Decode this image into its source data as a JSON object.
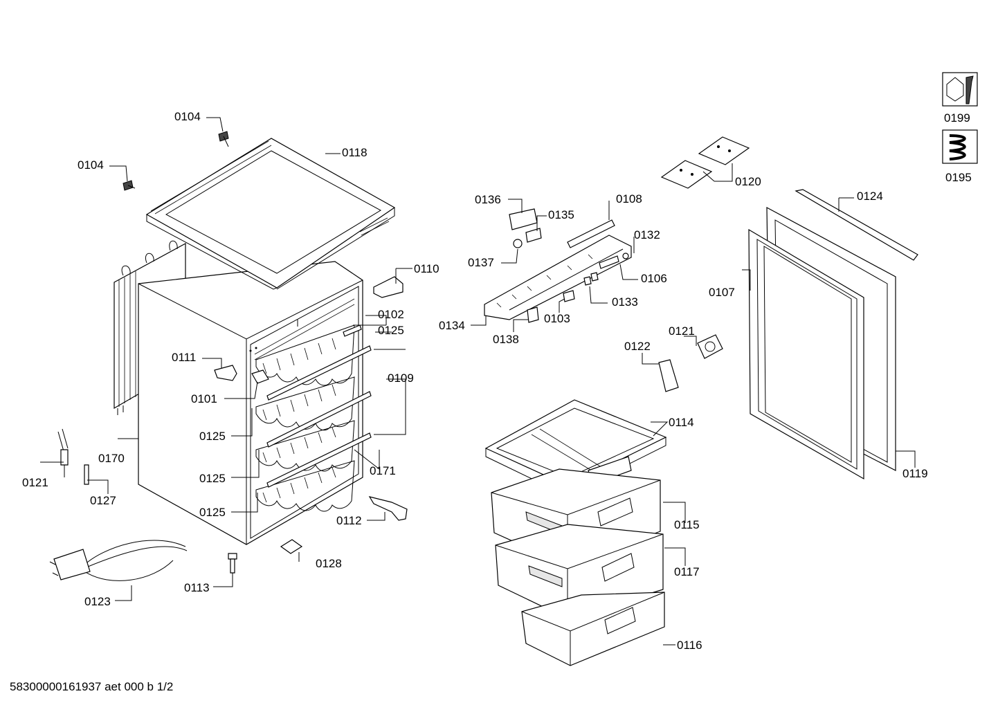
{
  "parts": {
    "p0104a": "0104",
    "p0104b": "0104",
    "p0118": "0118",
    "p0110": "0110",
    "p0102": "0102",
    "p0125a": "0125",
    "p0111": "0111",
    "p0101": "0101",
    "p0109": "0109",
    "p0125b": "0125",
    "p0170": "0170",
    "p0125c": "0125",
    "p0171": "0171",
    "p0125d": "0125",
    "p0121a": "0121",
    "p0127": "0127",
    "p0112": "0112",
    "p0128": "0128",
    "p0113": "0113",
    "p0123": "0123",
    "p0136": "0136",
    "p0135": "0135",
    "p0108": "0108",
    "p0137": "0137",
    "p0132": "0132",
    "p0106": "0106",
    "p0133": "0133",
    "p0103": "0103",
    "p0134": "0134",
    "p0138": "0138",
    "p0120": "0120",
    "p0124": "0124",
    "p0107": "0107",
    "p0121b": "0121",
    "p0122": "0122",
    "p0114": "0114",
    "p0115": "0115",
    "p0117": "0117",
    "p0116": "0116",
    "p0119": "0119",
    "p0199": "0199",
    "p0195": "0195"
  },
  "footer": "58300000161937 aet 000 b 1/2"
}
